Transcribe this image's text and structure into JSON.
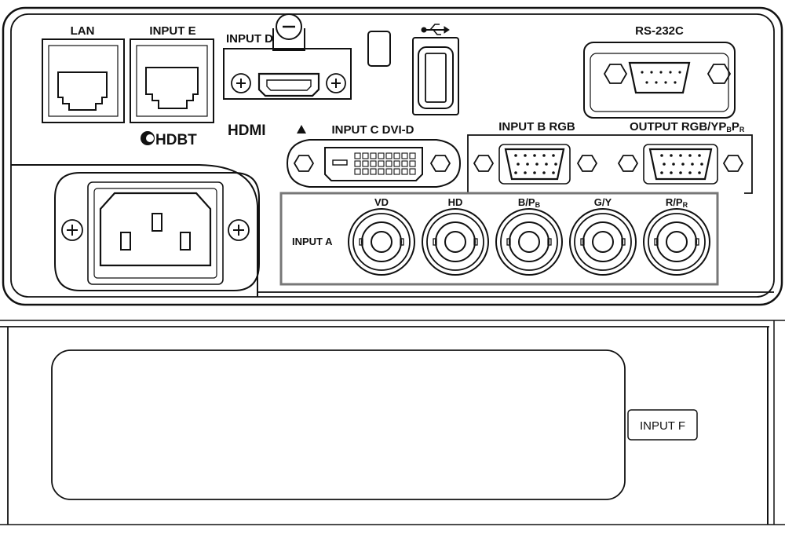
{
  "panel_labels": {
    "lan": "LAN",
    "input_e": "INPUT E",
    "input_d": "INPUT D",
    "hdbt": "HDBT",
    "hdmi": "HDMI",
    "input_c": "INPUT C  DVI-D",
    "input_b": "INPUT B  RGB",
    "output": "OUTPUT RGB/YP",
    "output_sub_b": "B",
    "output_p": "P",
    "output_sub_r": "R",
    "rs232c": "RS-232C",
    "input_a": "INPUT A",
    "input_f": "INPUT F"
  },
  "bnc_ports": [
    {
      "label": "VD",
      "sub": ""
    },
    {
      "label": "HD",
      "sub": ""
    },
    {
      "label": "B/P",
      "sub": "B"
    },
    {
      "label": "G/Y",
      "sub": ""
    },
    {
      "label": "R/P",
      "sub": "R"
    }
  ],
  "icons": [
    "usb-icon",
    "triangle-up-icon",
    "hdmi-logo",
    "hdbaset-logo"
  ]
}
